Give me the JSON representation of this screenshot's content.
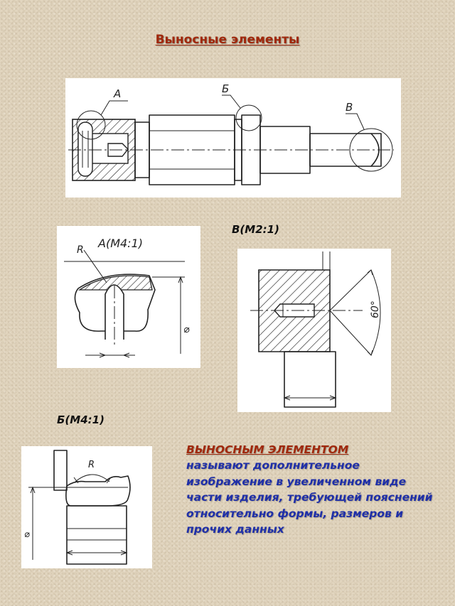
{
  "page": {
    "title": "Выносные элементы"
  },
  "main_drawing": {
    "callout_a": "А",
    "callout_b": "Б",
    "callout_v": "В"
  },
  "detail_a": {
    "title": "А(М4:1)",
    "radius_label": "R",
    "diameter_label": "⌀"
  },
  "detail_v": {
    "caption": "В(М2:1)",
    "angle_label": "60°"
  },
  "detail_b": {
    "caption": "Б(М4:1)",
    "radius_label": "R",
    "diameter_label": "⌀"
  },
  "definition": {
    "term": "ВЫНОСНЫМ ЭЛЕМЕНТОМ",
    "text": "называют дополнительное изображение в увеличенном виде части изделия, требующей пояснений относительно формы, размеров и прочих данных"
  },
  "colors": {
    "title": "#a0280c",
    "term": "#a0280c",
    "definition_text": "#1f2fa8",
    "background": "#e2d6c0"
  }
}
